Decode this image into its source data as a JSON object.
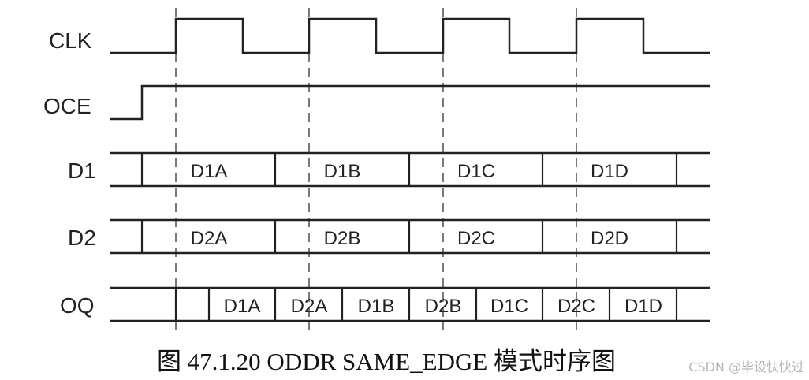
{
  "signals": {
    "clk": "CLK",
    "oce": "OCE",
    "d1": "D1",
    "d2": "D2",
    "oq": "OQ"
  },
  "d1_cells": [
    "D1A",
    "D1B",
    "D1C",
    "D1D"
  ],
  "d2_cells": [
    "D2A",
    "D2B",
    "D2C",
    "D2D"
  ],
  "oq_cells": [
    "D1A",
    "D2A",
    "D1B",
    "D2B",
    "D1C",
    "D2C",
    "D1D"
  ],
  "caption": "图  47.1.20 ODDR SAME_EDGE 模式时序图",
  "watermark": "CSDN @毕设快快过"
}
